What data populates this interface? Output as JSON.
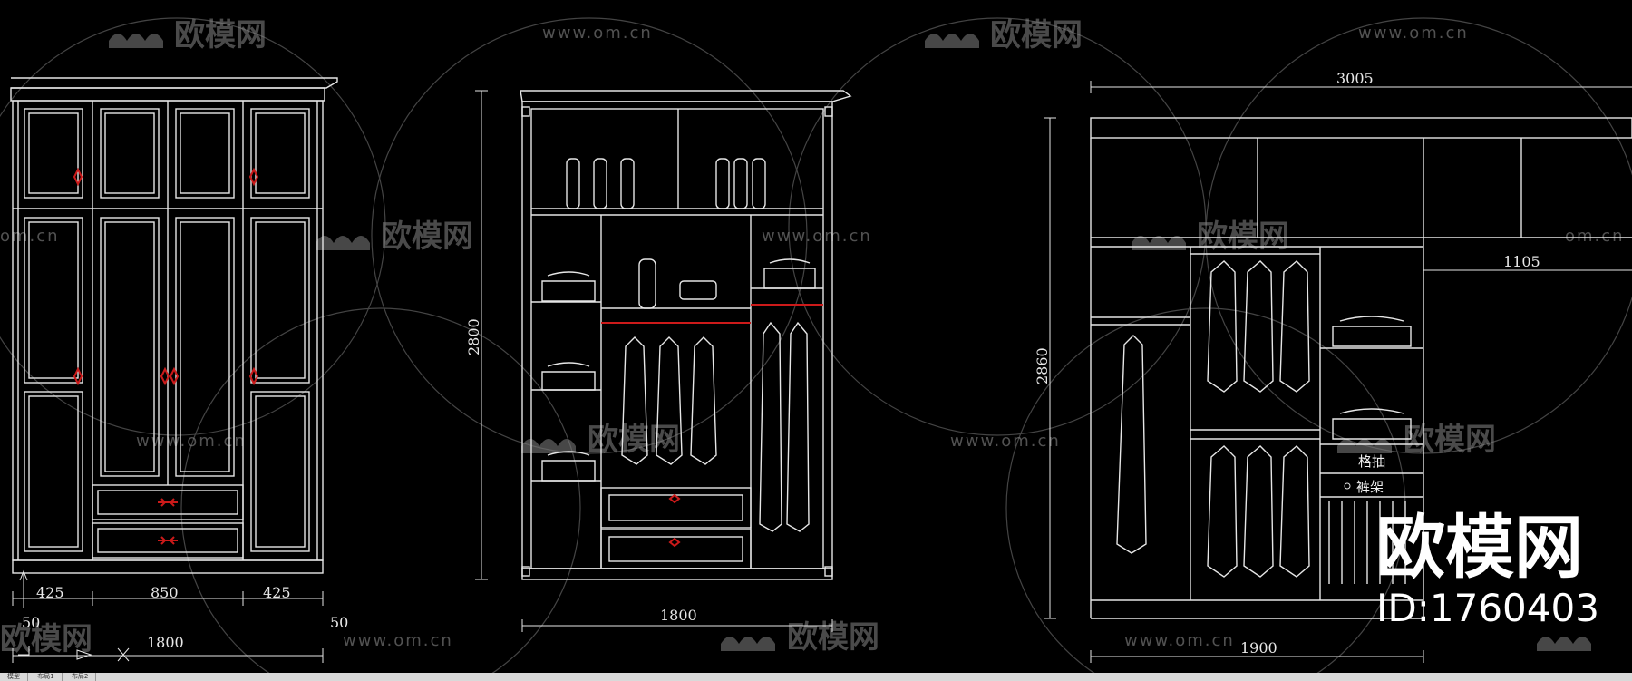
{
  "watermark": {
    "brand": "欧模网",
    "url": "www.om.cn",
    "url_fragment": "om.cn"
  },
  "overlay": {
    "brand": "欧模网",
    "id_label": "ID:1760403"
  },
  "elevation_1": {
    "dims": {
      "left": "425",
      "middle": "850",
      "right": "425",
      "total": "1800",
      "gap_left": "50",
      "gap_right": "50"
    }
  },
  "elevation_2": {
    "dims": {
      "height": "2800",
      "width": "1800"
    }
  },
  "elevation_3": {
    "dims": {
      "top": "3005",
      "right_span": "1105",
      "height": "2860",
      "bottom": "1900"
    },
    "labels": {
      "drawer": "格抽",
      "pants_rack": "裤架"
    }
  },
  "tabs": [
    "模型",
    "布局1",
    "布局2"
  ],
  "colors": {
    "background": "#000000",
    "line": "#e6e6e6",
    "accent": "#cc1a1a",
    "watermark": "#888888"
  }
}
